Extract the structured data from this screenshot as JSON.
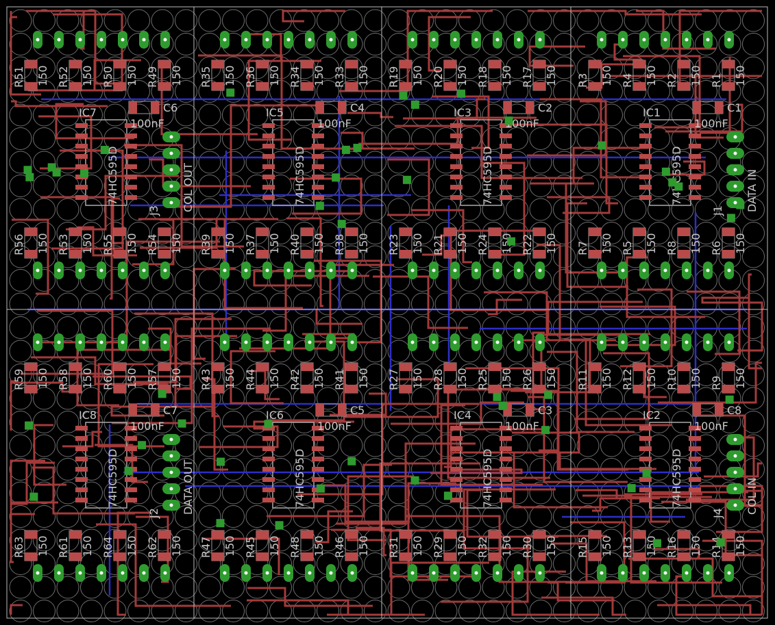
{
  "colors": {
    "background": "#000000",
    "trace_top": "#a33a3a",
    "trace_bottom": "#2e2ec8",
    "pad": "#2f9b2f",
    "smd": "#b94a4a",
    "outline": "#bdbdbd"
  },
  "cells": [
    {
      "ic": "IC7",
      "ic_value": "74HC595D",
      "cap": "C6",
      "cap_value": "100nF",
      "resistor_value": "150",
      "resistors": [
        "R51",
        "R52",
        "R50",
        "R49",
        "R56",
        "R53",
        "R55",
        "R54"
      ],
      "connector": "J3",
      "connector_label": "COL OUT"
    },
    {
      "ic": "IC5",
      "ic_value": "74HC595D",
      "cap": "C4",
      "cap_value": "100nF",
      "resistor_value": "150",
      "resistors": [
        "R35",
        "R36",
        "R34",
        "R33",
        "R39",
        "R37",
        "R40",
        "R38"
      ],
      "connector": "",
      "connector_label": ""
    },
    {
      "ic": "IC3",
      "ic_value": "74HC595D",
      "cap": "C2",
      "cap_value": "100nF",
      "resistor_value": "150",
      "resistors": [
        "R19",
        "R20",
        "R18",
        "R17",
        "R23",
        "R21",
        "R24",
        "R22"
      ],
      "connector": "",
      "connector_label": ""
    },
    {
      "ic": "IC1",
      "ic_value": "74HC595D",
      "cap": "C1",
      "cap_value": "100nF",
      "resistor_value": "150",
      "resistors": [
        "R3",
        "R4",
        "R2",
        "R1",
        "R7",
        "R5",
        "R8",
        "R6"
      ],
      "connector": "J1",
      "connector_label": "DATA IN"
    },
    {
      "ic": "IC8",
      "ic_value": "74HC595D",
      "cap": "C7",
      "cap_value": "100nF",
      "resistor_value": "150",
      "resistors": [
        "R59",
        "R58",
        "R60",
        "R57",
        "R63",
        "R61",
        "R64",
        "R62"
      ],
      "connector": "J2",
      "connector_label": "DATA OUT"
    },
    {
      "ic": "IC6",
      "ic_value": "74HC595D",
      "cap": "C5",
      "cap_value": "100nF",
      "resistor_value": "150",
      "resistors": [
        "R43",
        "R44",
        "R42",
        "R41",
        "R47",
        "R45",
        "R48",
        "R46"
      ],
      "connector": "",
      "connector_label": ""
    },
    {
      "ic": "IC4",
      "ic_value": "74HC595D",
      "cap": "C3",
      "cap_value": "100nF",
      "resistor_value": "150",
      "resistors": [
        "R27",
        "R28",
        "R25",
        "R26",
        "R31",
        "R29",
        "R32",
        "R30"
      ],
      "connector": "",
      "connector_label": ""
    },
    {
      "ic": "IC2",
      "ic_value": "74HC595D",
      "cap": "C8",
      "cap_value": "100nF",
      "resistor_value": "150",
      "resistors": [
        "R11",
        "R12",
        "R10",
        "R9",
        "R15",
        "R13",
        "R16",
        "R14"
      ],
      "connector": "J4",
      "connector_label": "COL IN"
    }
  ]
}
